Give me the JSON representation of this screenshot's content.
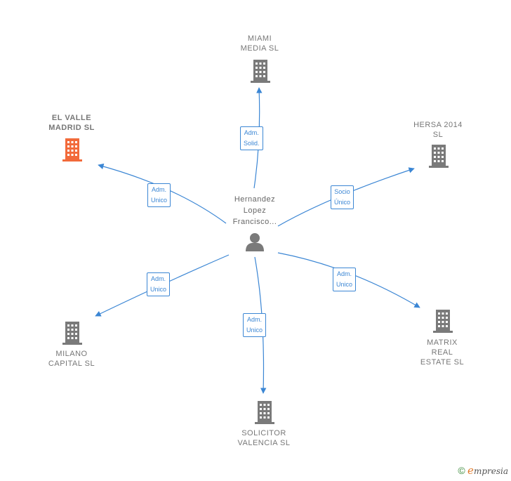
{
  "center": {
    "lines": [
      "Hernandez",
      "Lopez",
      "Francisco..."
    ]
  },
  "nodes": [
    {
      "id": "miami",
      "label": "MIAMI\nMEDIA  SL",
      "highlight": false
    },
    {
      "id": "elvalle",
      "label": "EL VALLE\nMADRID  SL",
      "highlight": true
    },
    {
      "id": "hersa",
      "label": "HERSA 2014\nSL",
      "highlight": false
    },
    {
      "id": "milano",
      "label": "MILANO\nCAPITAL  SL",
      "highlight": false
    },
    {
      "id": "solicitor",
      "label": "SOLICITOR\nVALENCIA  SL",
      "highlight": false
    },
    {
      "id": "matrix",
      "label": "MATRIX\nREAL\nESTATE  SL",
      "highlight": false
    }
  ],
  "edges": [
    {
      "to": "miami",
      "label": "Adm.\nSolid."
    },
    {
      "to": "elvalle",
      "label": "Adm.\nUnico"
    },
    {
      "to": "hersa",
      "label": "Socio\nÚnico"
    },
    {
      "to": "milano",
      "label": "Adm.\nUnico"
    },
    {
      "to": "solicitor",
      "label": "Adm.\nUnico"
    },
    {
      "to": "matrix",
      "label": "Adm.\nUnico"
    }
  ],
  "colors": {
    "edge": "#3b86d4",
    "building": "#7a7a7a",
    "building_highlight": "#f26a3a",
    "person": "#7a7a7a"
  },
  "footer": {
    "copyright": "©",
    "brand_initial": "e",
    "brand_rest": "mpresia"
  }
}
